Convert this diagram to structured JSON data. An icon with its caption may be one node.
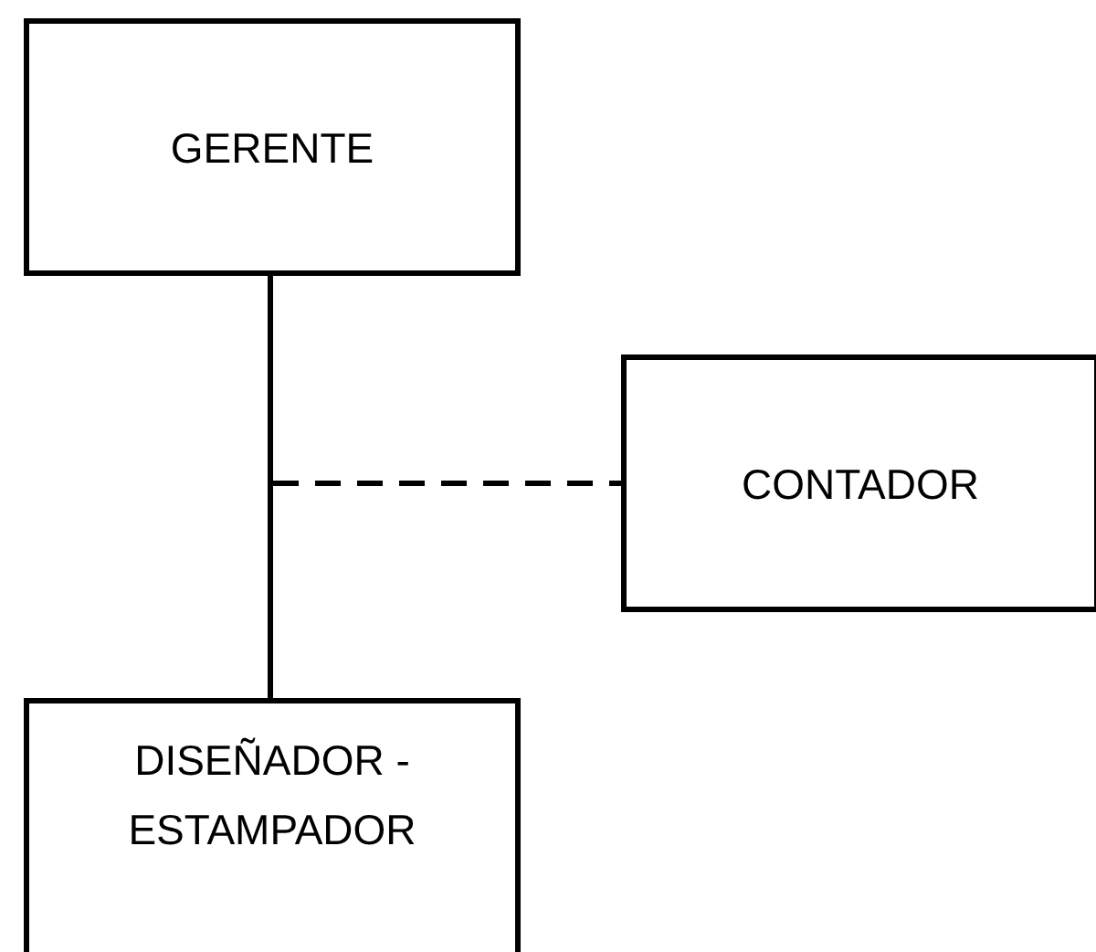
{
  "diagram": {
    "nodes": [
      {
        "text": [
          "GERENTE"
        ]
      },
      {
        "text": [
          "CONTADOR"
        ]
      },
      {
        "text": [
          "DISEÑADOR - ESTAMPADOR"
        ]
      }
    ],
    "edges": [
      {
        "from": 0,
        "to": 2,
        "arrow": "none"
      },
      {
        "from": 0,
        "to": 1,
        "arrow": "none",
        "style": "dashed"
      }
    ]
  }
}
